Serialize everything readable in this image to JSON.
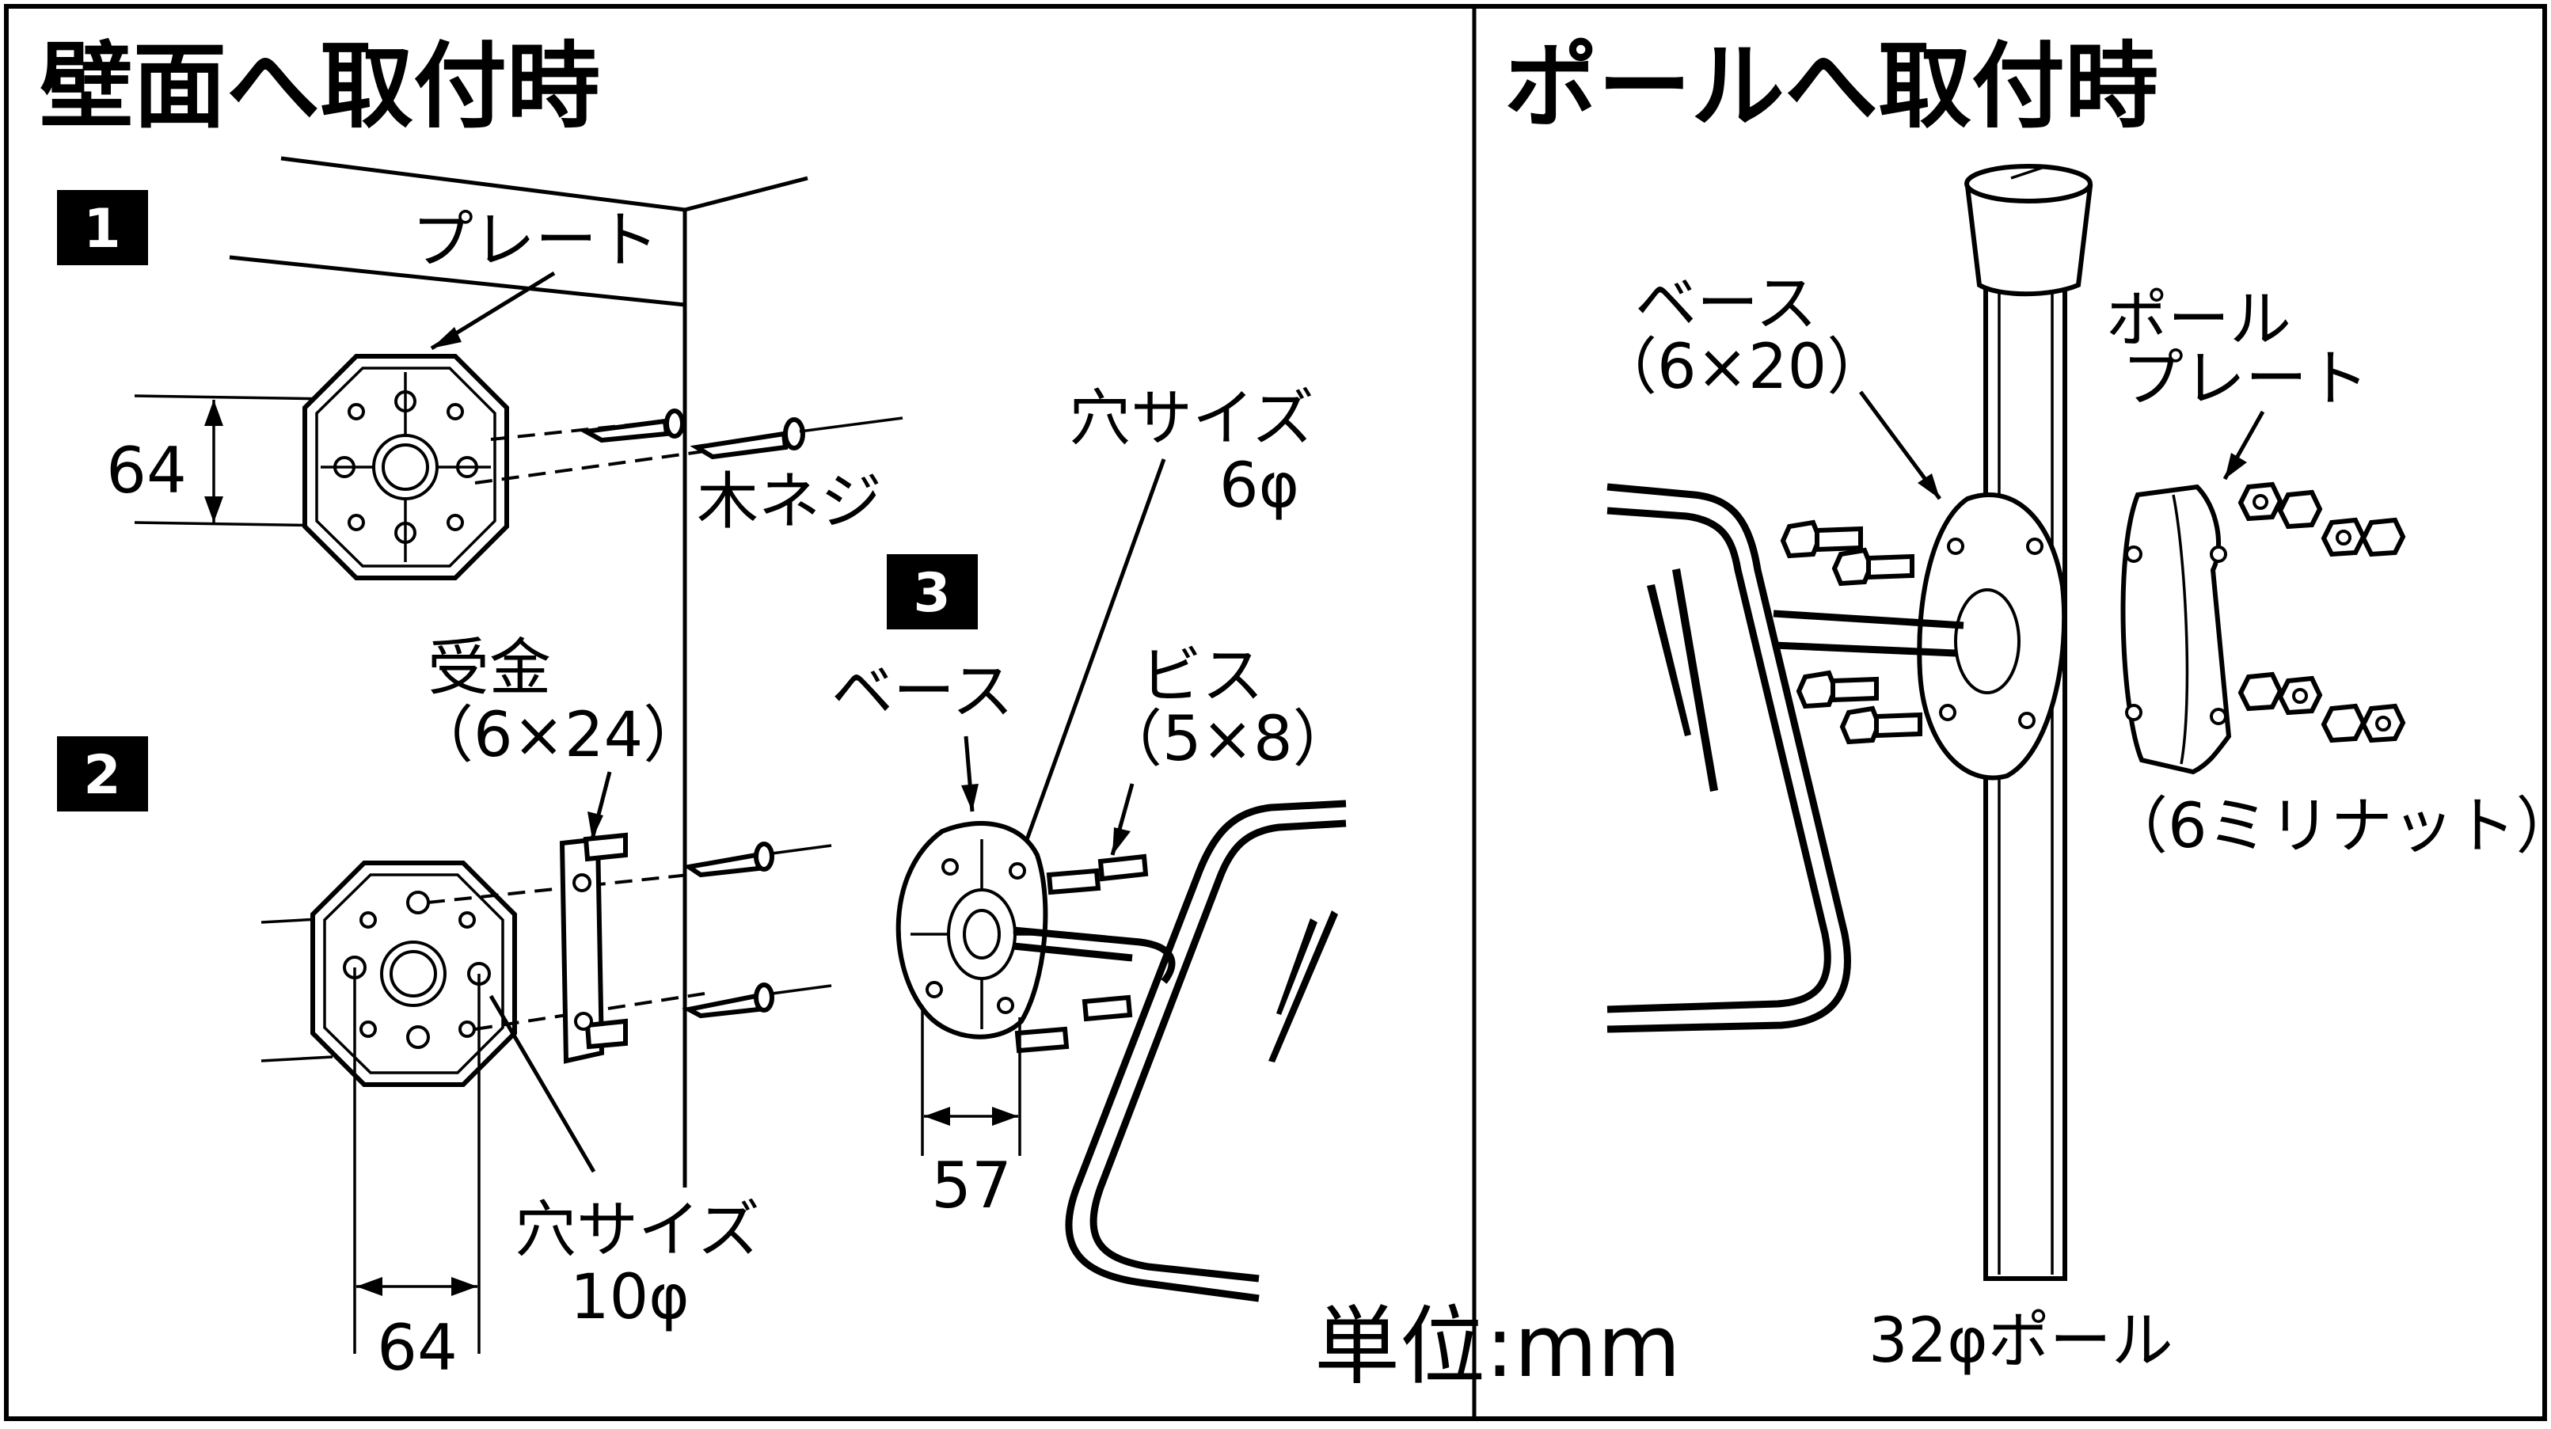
{
  "left_title": "壁面へ取付時",
  "right_title": "ポールへ取付時",
  "step1": {
    "number": "1",
    "plate_label": "プレート",
    "dimension": "64",
    "screw_label": "木ネジ"
  },
  "step2": {
    "number": "2",
    "bracket_label_line1": "受金",
    "bracket_label_line2": "（6×24）",
    "hole_label_line1": "穴サイズ",
    "hole_label_line2": "10φ",
    "dimension": "64"
  },
  "step3": {
    "number": "3",
    "base_label": "ベース",
    "hole_label_line1": "穴サイズ",
    "hole_label_line2": "6φ",
    "screw_label_line1": "ビス",
    "screw_label_line2": "（5×8）",
    "dimension": "57"
  },
  "unit_label": "単位:mm",
  "pole": {
    "base_label_line1": "ベース",
    "base_label_line2": "（6×20）",
    "pole_plate_line1": "ポール",
    "pole_plate_line2": "プレート",
    "nut_label": "（6ミリナット）",
    "pole_label": "32φポール"
  }
}
